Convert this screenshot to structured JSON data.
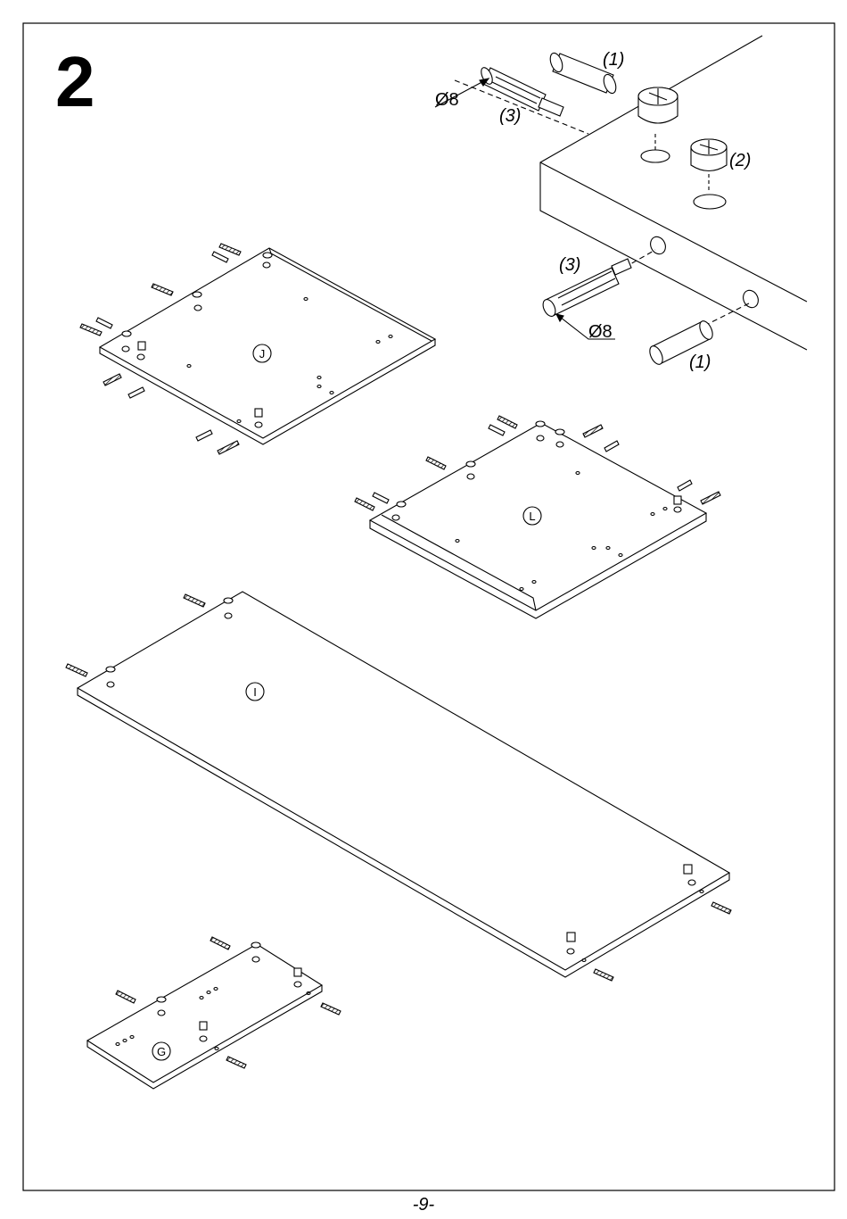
{
  "step": {
    "number": "2"
  },
  "hardware_callouts": {
    "dowel_label_top": "(1)",
    "cam_label": "(2)",
    "bolt_label_top": "(3)",
    "diameter_top": "Ø8",
    "bolt_label_mid": "(3)",
    "diameter_mid": "Ø8",
    "dowel_label_mid": "(1)"
  },
  "panels": [
    {
      "id": "J"
    },
    {
      "id": "L"
    },
    {
      "id": "I"
    },
    {
      "id": "G"
    }
  ],
  "footer": {
    "page_number": "-9-"
  }
}
